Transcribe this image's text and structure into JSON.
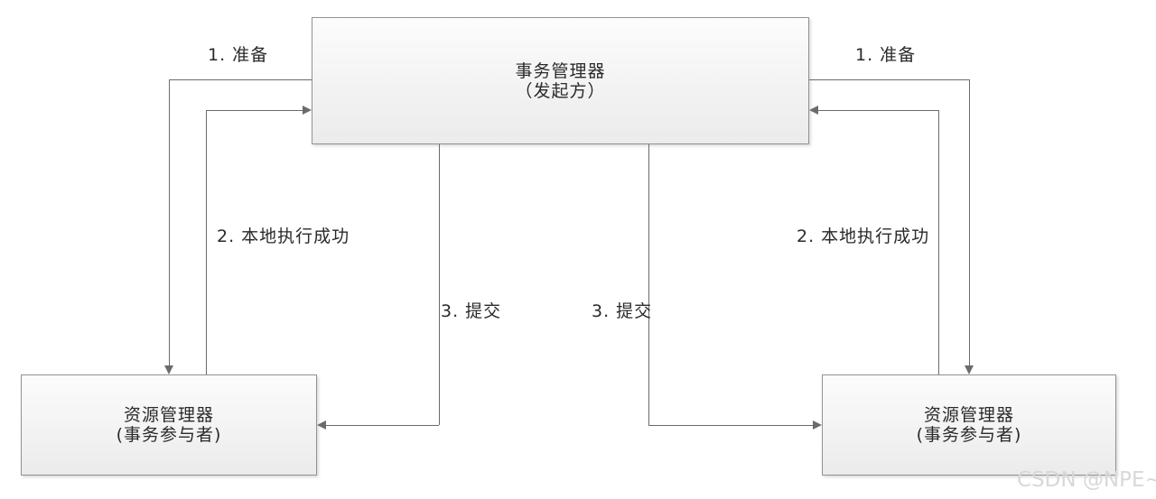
{
  "diagram": {
    "kind": "two-phase-commit-flow",
    "nodes": {
      "transaction_manager": {
        "title": "事务管理器",
        "subtitle": "（发起方）"
      },
      "resource_manager_left": {
        "title": "资源管理器",
        "subtitle": "(事务参与者)"
      },
      "resource_manager_right": {
        "title": "资源管理器",
        "subtitle": "(事务参与者)"
      }
    },
    "edges": {
      "prepare_left": {
        "label": "1. 准备"
      },
      "prepare_right": {
        "label": "1. 准备"
      },
      "local_success_left": {
        "label": "2. 本地执行成功"
      },
      "local_success_right": {
        "label": "2. 本地执行成功"
      },
      "commit_left": {
        "label": "3. 提交"
      },
      "commit_right": {
        "label": "3. 提交"
      }
    },
    "colors": {
      "connector": "#6b6b6b",
      "box_border": "#919191",
      "box_fill_top": "#fcfcfc",
      "box_fill_bottom": "#ebebeb",
      "text": "#2a2a2a",
      "watermark": "#d6d8da"
    }
  },
  "watermark": {
    "text": "CSDN @NPE~"
  }
}
